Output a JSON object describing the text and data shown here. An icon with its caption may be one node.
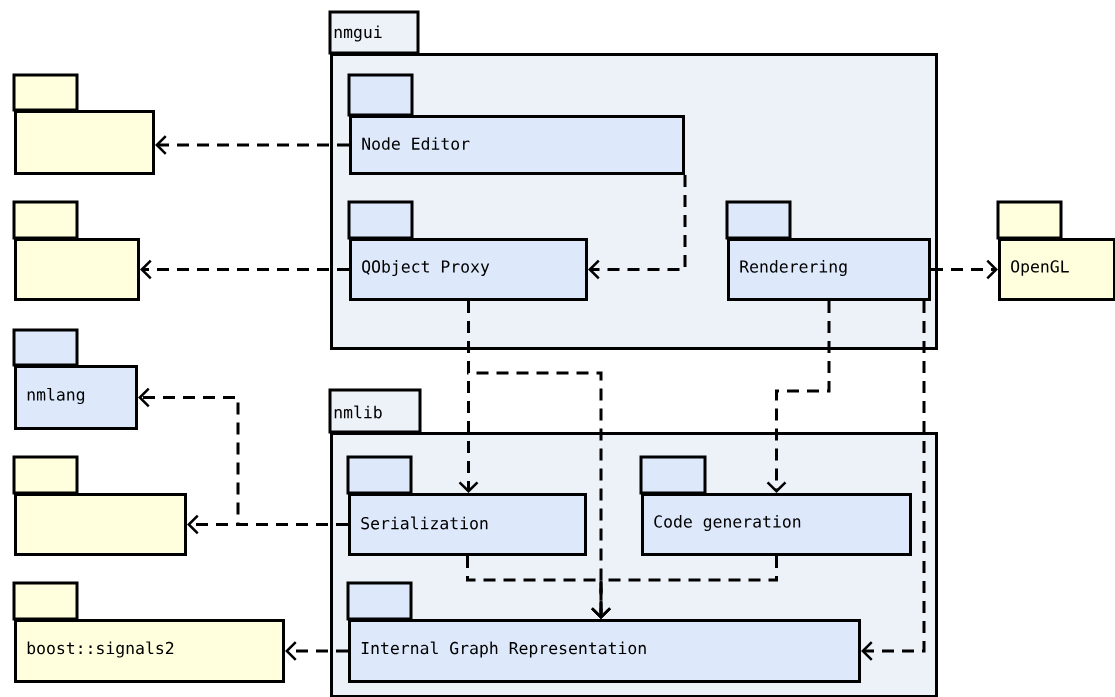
{
  "diagram": {
    "nodes": [
      {
        "text": [
          "nmgui"
        ]
      },
      {
        "text": [
          "Node Editor"
        ],
        "in": 0
      },
      {
        "text": [
          "QObject Proxy"
        ],
        "in": 0
      },
      {
        "text": [
          "Renderering"
        ],
        "in": 0
      },
      {
        "text": [
          "nmlib"
        ]
      },
      {
        "text": [
          "Serialization"
        ],
        "in": 4
      },
      {
        "text": [
          "Code generation"
        ],
        "in": 4
      },
      {
        "text": [
          "Internal Graph Representation"
        ],
        "in": 4
      },
      {
        "text": [],
        "shape": "box"
      },
      {
        "text": [],
        "shape": "box"
      },
      {
        "text": [
          "nmlang"
        ]
      },
      {
        "text": [],
        "shape": "box"
      },
      {
        "text": [
          "boost::signals2"
        ]
      },
      {
        "text": [
          "OpenGL"
        ]
      }
    ],
    "edges": [
      {
        "from": 1,
        "to": 8,
        "arrow": "to"
      },
      {
        "from": 2,
        "to": 9,
        "arrow": "to"
      },
      {
        "from": 1,
        "to": 2,
        "arrow": "to"
      },
      {
        "from": 3,
        "to": 13,
        "arrow": "to"
      },
      {
        "from": 2,
        "to": 5,
        "arrow": "to"
      },
      {
        "from": 2,
        "to": 7,
        "arrow": "to"
      },
      {
        "from": 3,
        "to": 6,
        "arrow": "to"
      },
      {
        "from": 3,
        "to": 7,
        "arrow": "to"
      },
      {
        "from": 5,
        "to": 10,
        "arrow": "to"
      },
      {
        "from": 5,
        "to": 11,
        "arrow": "to"
      },
      {
        "from": 5,
        "to": 7,
        "arrow": "to"
      },
      {
        "from": 6,
        "to": 7,
        "arrow": "to"
      },
      {
        "from": 7,
        "to": 12,
        "arrow": "to"
      }
    ]
  }
}
